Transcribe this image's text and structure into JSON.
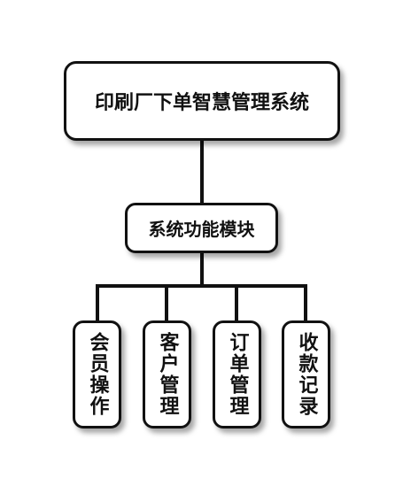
{
  "diagram": {
    "root": {
      "label": "印刷厂下单智慧管理系统"
    },
    "module": {
      "label": "系统功能模块"
    },
    "leaves": [
      {
        "label": "会员操作"
      },
      {
        "label": "客户管理"
      },
      {
        "label": "订单管理"
      },
      {
        "label": "收款记录"
      }
    ]
  },
  "colors": {
    "line": "#111111",
    "node_border": "#111111",
    "node_fill": "#ffffff",
    "text": "#111111"
  }
}
